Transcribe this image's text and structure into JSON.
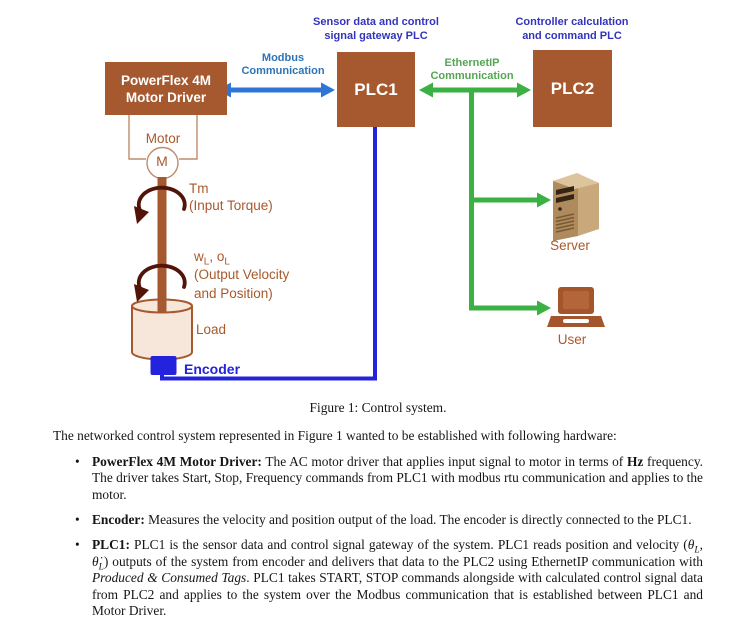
{
  "colors": {
    "brown": "#A6582F",
    "brownText": "#A9592C",
    "blueDark": "#3333BB",
    "blueMid": "#2E74B5",
    "blueArrow": "#2E75D6",
    "greenText": "#55A555",
    "greenArrow": "#3BB143",
    "encoderBlue": "#2323DD",
    "maroon": "#521408",
    "loadFill": "#F7E6DA"
  },
  "figure": {
    "plc1_caption": "Sensor data and control\nsignal gateway PLC",
    "plc2_caption": "Controller calculation\nand command PLC",
    "modbus_label": "Modbus\nCommunication",
    "ethernetip_label": "EthernetIP\nCommunication",
    "powerflex_label": "PowerFlex 4M\nMotor Driver",
    "plc1_label": "PLC1",
    "plc2_label": "PLC2",
    "motor_label": "Motor",
    "motor_symbol": "M",
    "tm_label": "Tm",
    "tm_desc": "(Input Torque)",
    "w_label": {
      "v1": "w",
      "s1": "L",
      "sep": ", ",
      "v2": "o",
      "s2": "L"
    },
    "w_desc": "(Output Velocity\nand Position)",
    "load_label": "Load",
    "encoder_label": "Encoder",
    "server_label": "Server",
    "user_label": "User"
  },
  "caption": {
    "text": "Figure 1: Control system."
  },
  "body": {
    "bullet_char": "•",
    "intro": "The networked control system represented in Figure 1 wanted to be established with following hardware:",
    "bullets": [
      {
        "term": "PowerFlex 4M Motor Driver:",
        "t1": " The AC motor driver that applies input signal to motor in terms of ",
        "hz": "Hz",
        "t2": " frequency. The driver takes Start, Stop, Frequency commands from PLC1 with modbus rtu communication and applies to the motor."
      },
      {
        "term": "Encoder:",
        "t1": " Measures the velocity and position output of the load. The encoder is directly connected to the PLC1."
      },
      {
        "term": "PLC1:",
        "t1": " PLC1 is the sensor data and control signal gateway of the system. PLC1 reads position and velocity (",
        "theta1": "θ",
        "theta1_sub": "L",
        "comma": ", ",
        "theta2": "θ̇",
        "theta2_sub": "L",
        "t2": ") outputs of the system from encoder and delivers that data to the PLC2 using EthernetIP communication with ",
        "emph": "Produced & Consumed Tags",
        "t3": ". PLC1 takes START, STOP commands alongside with calculated control signal data from PLC2 and applies to the system over the Modbus communication that is established between PLC1 and Motor Driver."
      }
    ]
  }
}
